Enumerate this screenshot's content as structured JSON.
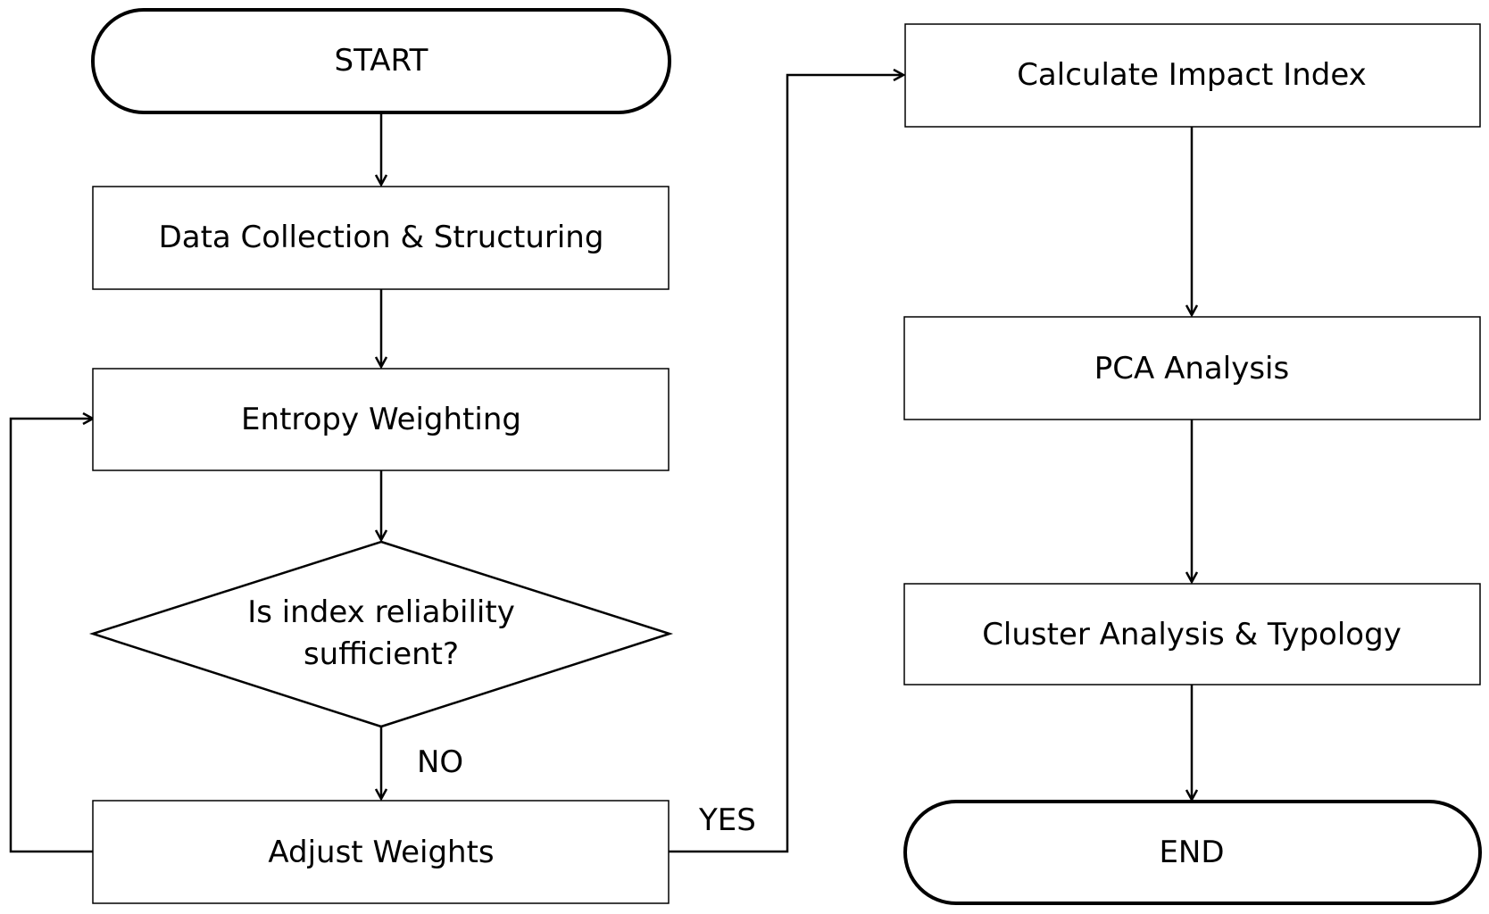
{
  "nodes": {
    "start": "START",
    "data_collection": "Data Collection & Structuring",
    "entropy_weighting": "Entropy Weighting",
    "decision_line1": "Is index reliability",
    "decision_line2": "sufficient?",
    "adjust_weights": "Adjust Weights",
    "calculate_impact": "Calculate Impact Index",
    "pca_analysis": "PCA Analysis",
    "cluster_analysis": "Cluster Analysis & Typology",
    "end": "END"
  },
  "branches": {
    "no": "NO",
    "yes": "YES"
  },
  "colors": {
    "stroke": "#000000",
    "background": "#ffffff"
  }
}
